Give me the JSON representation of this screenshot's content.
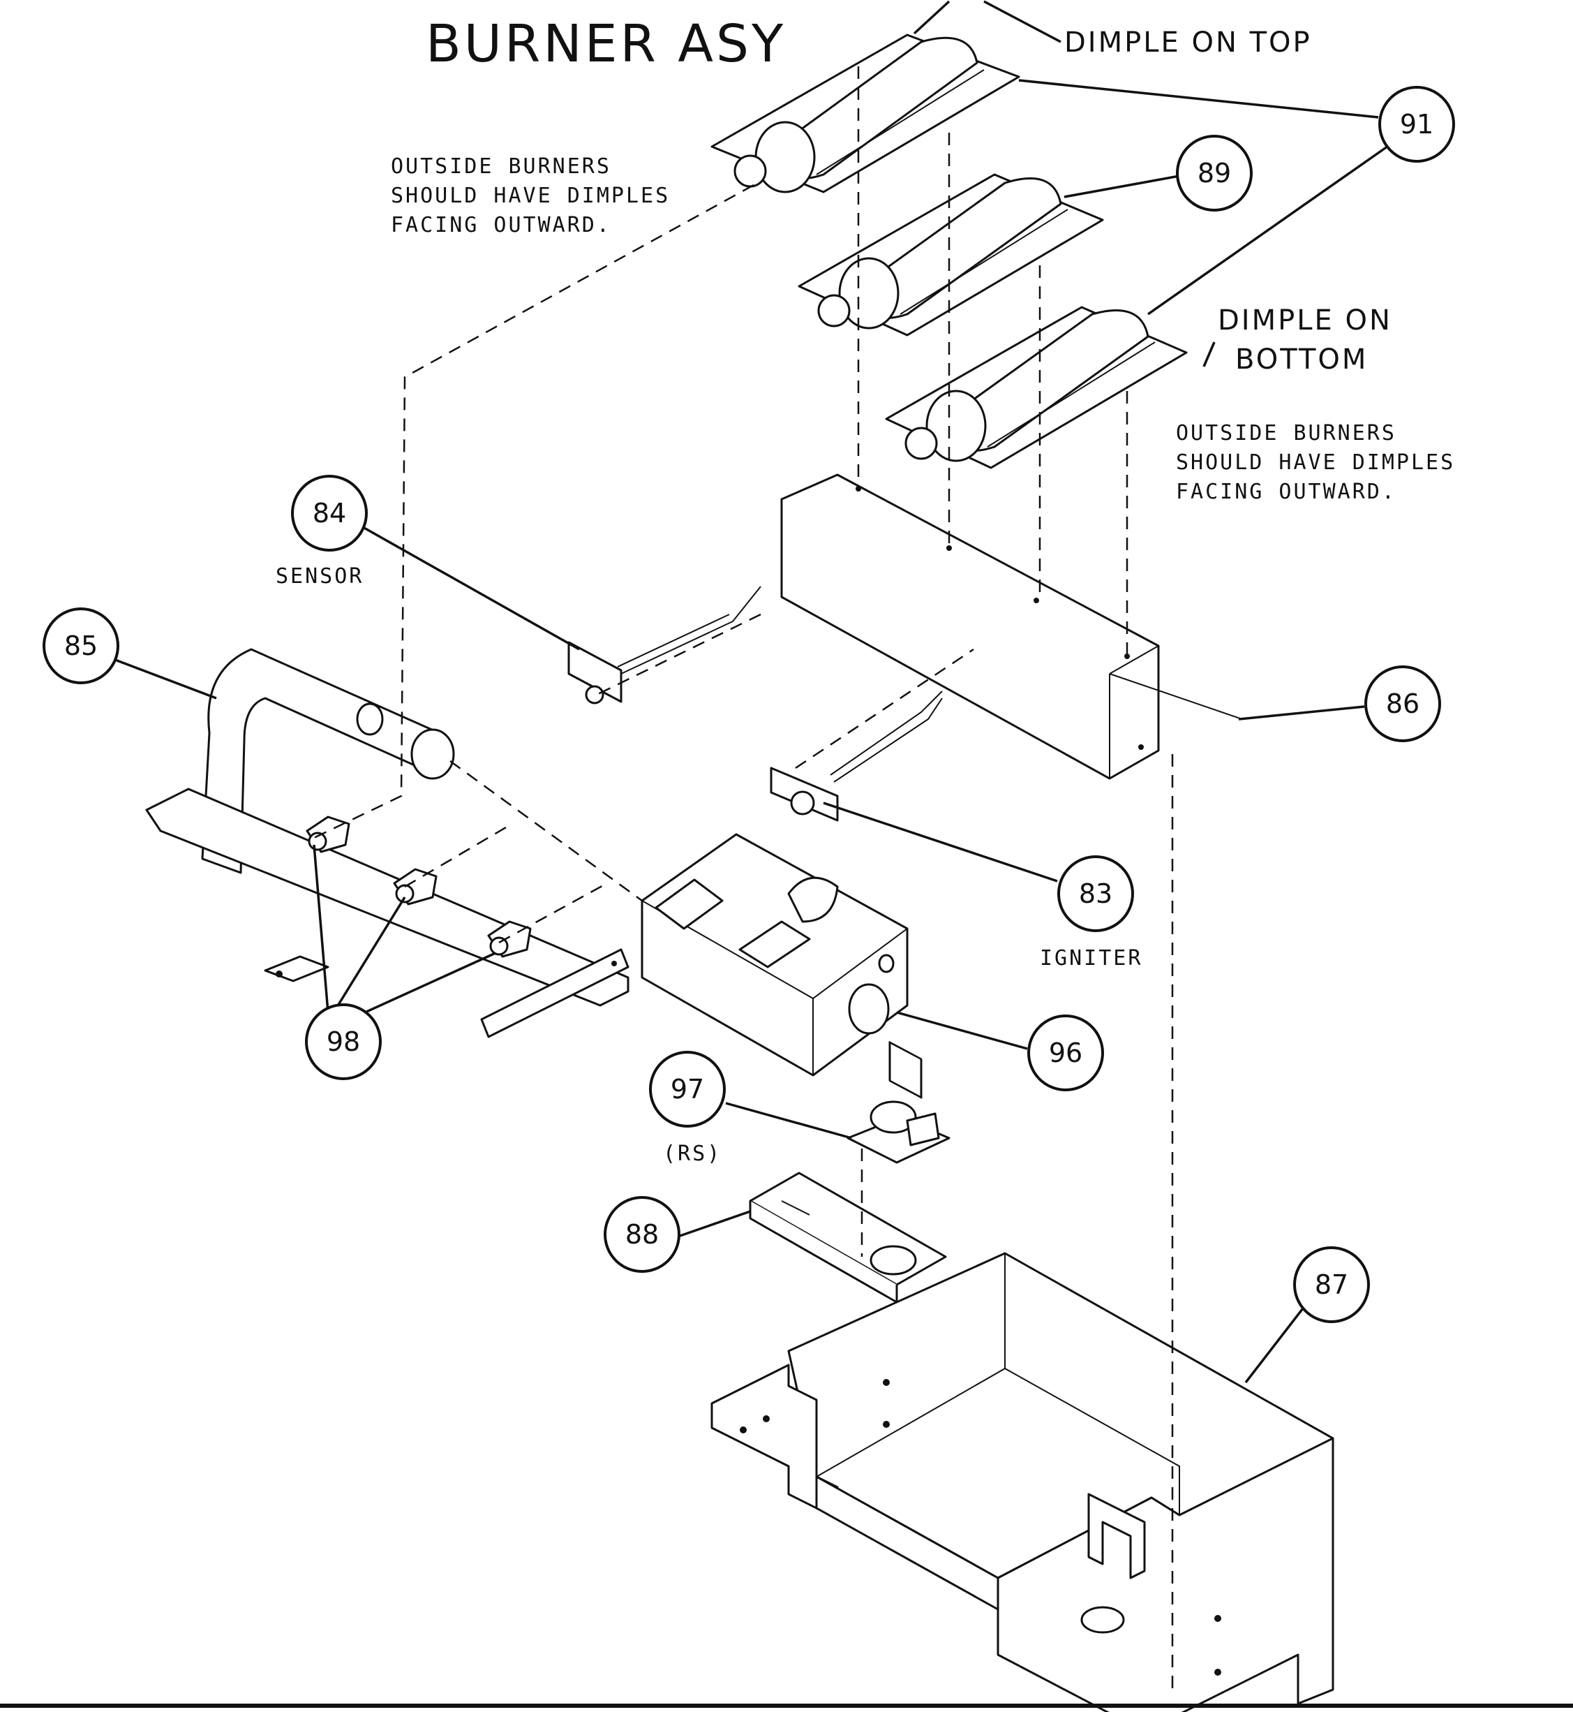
{
  "title": "BURNER ASY",
  "notes": {
    "dimple_top": "DIMPLE ON TOP",
    "dimple_bottom_line1": "DIMPLE ON",
    "dimple_bottom_line2": "BOTTOM",
    "outside_left_line1": "OUTSIDE BURNERS",
    "outside_left_line2": "SHOULD HAVE DIMPLES",
    "outside_left_line3": "FACING OUTWARD.",
    "outside_right_line1": "OUTSIDE BURNERS",
    "outside_right_line2": "SHOULD HAVE DIMPLES",
    "outside_right_line3": "FACING OUTWARD."
  },
  "part_labels": {
    "sensor": "SENSOR",
    "igniter": "IGNITER",
    "rs": "(RS)"
  },
  "callouts": [
    "91",
    "89",
    "84",
    "85",
    "86",
    "83",
    "98",
    "96",
    "97",
    "88",
    "87"
  ]
}
